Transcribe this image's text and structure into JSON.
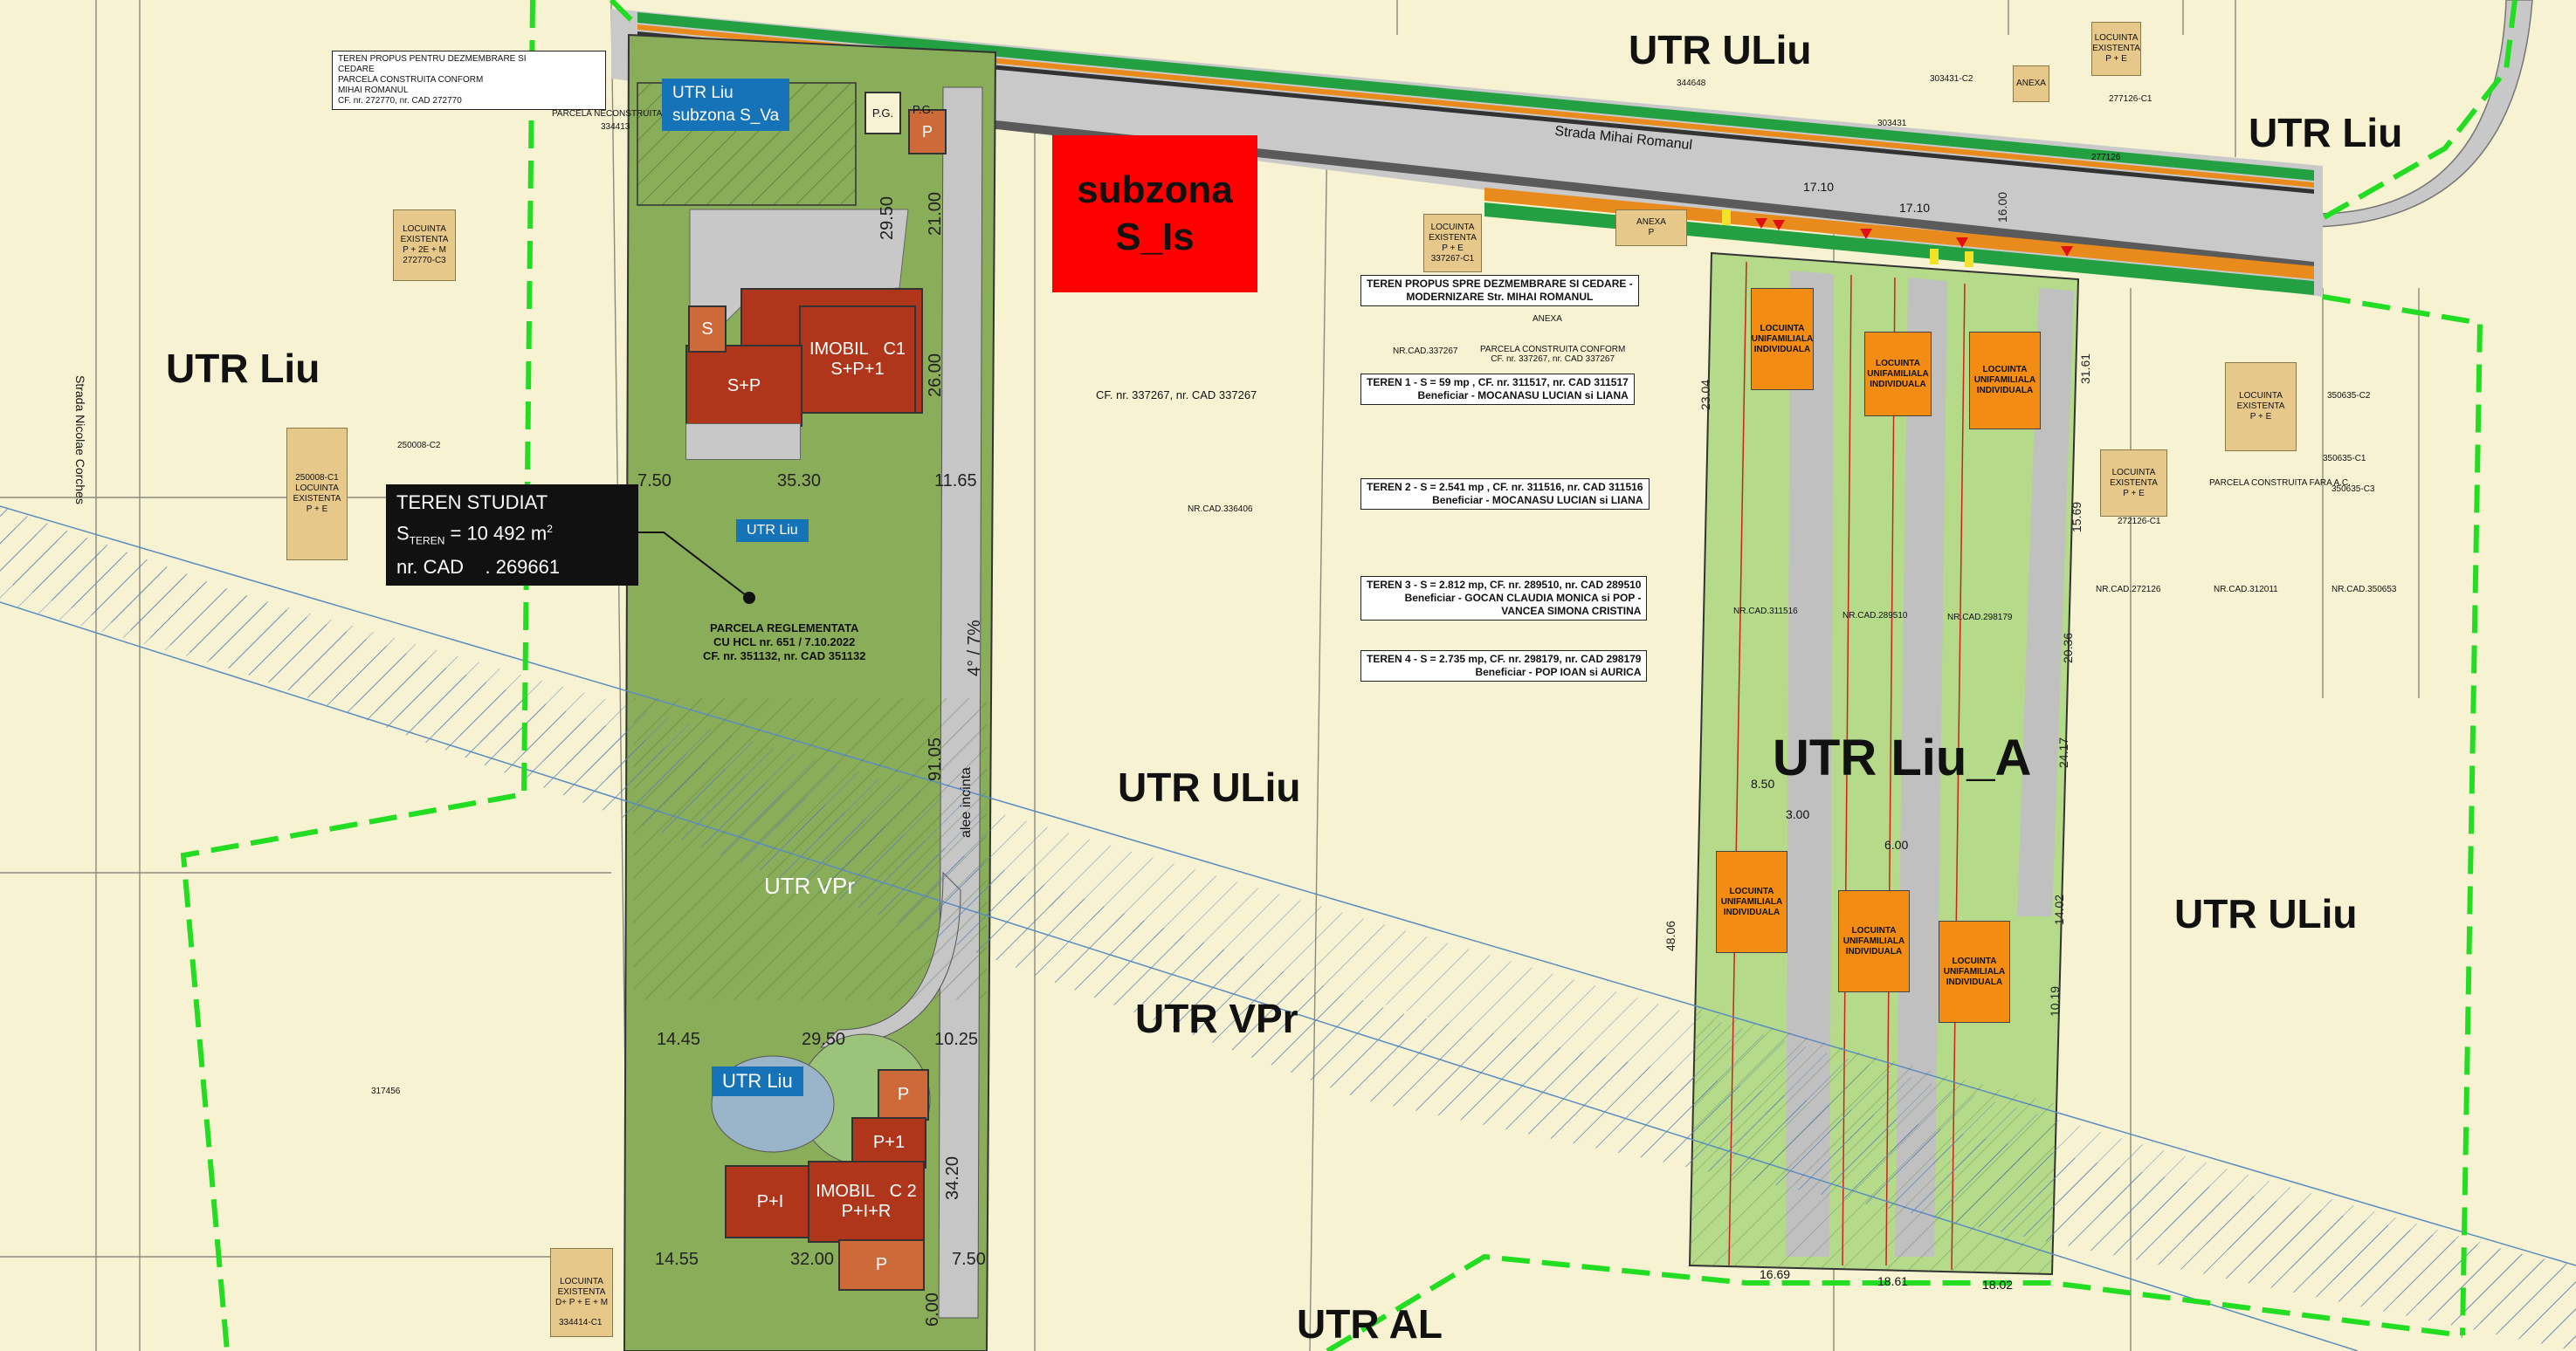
{
  "zones": {
    "uliu_top": "UTR ULiu",
    "liu_top_right": "UTR Liu",
    "liu_left": "UTR Liu",
    "uliu_center": "UTR ULiu",
    "liu_a": "UTR Liu_A",
    "uliu_right": "UTR ULiu",
    "vpr": "UTR VPr",
    "vpr_ghost": "UTR      VPr",
    "al": "UTR AL",
    "subzona_sis_line1": "subzona",
    "subzona_sis_line2": "S_Is"
  },
  "street_label": "Strada Mihai Romanul",
  "side_street_label": "Strada Nicolae Corches",
  "callouts": {
    "top_left_1": "TEREN PROPUS PENTRU DEZMEMBRARE SI",
    "top_left_2": "CEDARE",
    "top_left_3": "PARCELA CONSTRUITA CONFORM",
    "top_left_4": "MIHAI ROMANUL",
    "top_left_5": "CF. nr. 272770, nr. CAD 272770",
    "neconstruita": "PARCELA NECONSTRUITA",
    "neconstruita_nr": "334413",
    "cedare_1": "TEREN PROPUS SPRE DEZMEMBRARE SI CEDARE -",
    "cedare_2": "MODERNIZARE Str. MIHAI ROMANUL",
    "parcela_conform_1": "PARCELA CONSTRUITA CONFORM",
    "parcela_conform_2": "CF. nr. 337267, nr. CAD 337267",
    "nr_cad_337267": "NR.CAD.337267",
    "cf_337267": "CF. nr. 337267, nr. CAD 337267",
    "nr_cad_336406": "NR.CAD.336406",
    "teren1_1": "TEREN 1 - S = 59 mp , CF. nr. 311517, nr. CAD 311517",
    "teren1_2": "Beneficiar - MOCANASU LUCIAN si LIANA",
    "teren2_1": "TEREN 2 - S = 2.541 mp , CF. nr. 311516, nr. CAD 311516",
    "teren2_2": "Beneficiar - MOCANASU LUCIAN si LIANA",
    "teren3_1": "TEREN 3 - S = 2.812 mp, CF. nr. 289510, nr. CAD 289510",
    "teren3_2": "Beneficiar - GOCAN CLAUDIA MONICA si POP -",
    "teren3_3": "VANCEA SIMONA CRISTINA",
    "teren4_1": "TEREN 4 - S = 2.735 mp, CF. nr. 298179, nr. CAD 298179",
    "teren4_2": "Beneficiar - POP IOAN si AURICA",
    "reglementata_1": "PARCELA REGLEMENTATA",
    "reglementata_2": "CU HCL nr. 651 / 7.10.2022",
    "reglementata_3": "CF. nr. 351132, nr. CAD 351132",
    "fara_ac": "PARCELA CONSTRUITA FARA A.C.",
    "alee": "alee incinta"
  },
  "studiat": {
    "title": "TEREN STUDIAT",
    "area_label": "S",
    "area_sub": "TEREN",
    "area_value": "= 10 492",
    "area_unit": "m",
    "area_exp": "2",
    "cad_label": "nr. CAD",
    "cad_value": ". 269661"
  },
  "tags": {
    "liu_sva_1": "UTR      Liu",
    "liu_sva_2": "subzona        S_Va",
    "utr_liu_mid": "UTR Liu",
    "utr_liu_low": "UTR Liu"
  },
  "buildings": {
    "imobil_c1_name": "IMOBIL",
    "imobil_c1_id": "C1",
    "imobil_c1_h": "S+P+1",
    "s": "S",
    "sp": "S+P",
    "pg1": "P.G.",
    "pg2": "P.G.",
    "p_top": "P",
    "imobil_c2_name": "IMOBIL",
    "imobil_c2_id": "C 2",
    "imobil_c2_h": "P+I+R",
    "p1_a": "P+I",
    "p1_b": "P+1",
    "p_a": "P",
    "p_b": "P"
  },
  "lots": [
    {
      "l1": "LOCUINTA",
      "l2": "UNIFAMILIALA",
      "l3": "INDIVIDUALA"
    }
  ],
  "houses": {
    "h1": [
      "LOCUINTA",
      "EXISTENTA",
      "P + 2E + M",
      "272770-C3"
    ],
    "h2": [
      "LOCUINTA",
      "EXISTENTA",
      "P + E",
      "337267-C1"
    ],
    "h3": [
      "ANEXA",
      "P"
    ],
    "h4": [
      "LOCUINTA",
      "EXISTENTA",
      "P + E"
    ],
    "h5": [
      "250008-C1",
      "LOCUINTA",
      "EXISTENTA",
      "P + E"
    ],
    "h6": [
      "LOCUINTA",
      "EXISTENTA",
      "P + E"
    ],
    "h7": [
      "LOCUINTA",
      "EXISTENTA",
      "P + E"
    ],
    "h8": [
      "LOCUINTA",
      "EXISTENTA",
      "D+ P + E + M"
    ],
    "anexa": "ANEXA",
    "anexa_top": "ANEXA"
  },
  "dims": {
    "d1": "7.50",
    "d2": "35.30",
    "d3": "11.65",
    "d4": "29.50",
    "d5": "21.00",
    "d6": "26.00",
    "d7": "4° / 7%",
    "d8": "91.05",
    "d9": "14.45",
    "d10": "29.50",
    "d11": "10.25",
    "d12": "14.55",
    "d13": "32.00",
    "d14": "7.50",
    "d15": "34.20",
    "d16": "6.00",
    "d17": "17.10",
    "d18": "17.10",
    "d19": "16.00",
    "d20": "23.04",
    "d21": "31.61",
    "d22": "15.69",
    "d23": "20.36",
    "d24": "24.17",
    "d25": "14.02",
    "d26": "10.19",
    "d27": "48.06",
    "d28": "16.69",
    "d29": "18.61",
    "d30": "18.02",
    "d31": "8.50",
    "d32": "3.00",
    "d33": "6.00"
  },
  "nr_cad": {
    "c1": "NR.CAD.311516",
    "c2": "NR.CAD.289510",
    "c3": "NR.CAD.298179",
    "c4": "NR.CAD.272126",
    "c5": "NR.CAD.312011",
    "c6": "NR.CAD.350653",
    "c7": "317456",
    "c8": "334414-C1",
    "c9": "250008-C2",
    "c10": "344648",
    "c11": "303431",
    "c12": "303431-C2",
    "c13": "277126",
    "c14": "277126-C1",
    "c15": "350635-C1",
    "c16": "350635-C2",
    "c17": "350635-C3",
    "c18": "272126-C1"
  },
  "colors": {
    "background": "#f7f3d2",
    "green_zone": "#8aad5a",
    "light_green": "#b4da8a",
    "boundary": "#22cc22",
    "road": "#c8c8c8",
    "red": "#ff0000",
    "orange": "#f28c12",
    "building": "#b0361b",
    "blue_hatch": "#5a8cc0"
  }
}
